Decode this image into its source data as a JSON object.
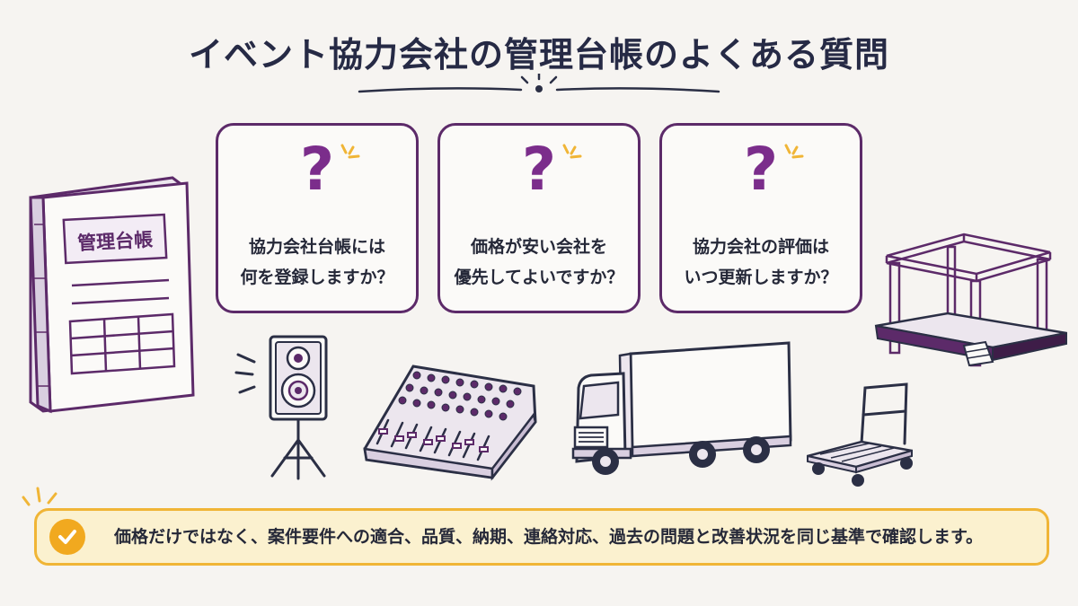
{
  "page": {
    "title": "イベント協力会社の管理台帳のよくある質問"
  },
  "cards": [
    {
      "icon": "question-mark-icon",
      "symbol": "?",
      "line1": "協力会社台帳には",
      "line2": "何を登録しますか？"
    },
    {
      "icon": "question-mark-icon",
      "symbol": "?",
      "line1": "価格が安い会社を",
      "line2": "優先してよいですか？"
    },
    {
      "icon": "question-mark-icon",
      "symbol": "?",
      "line1": "協力会社の評価は",
      "line2": "いつ更新しますか？"
    }
  ],
  "ledger": {
    "label": "管理台帳"
  },
  "banner": {
    "icon": "check-icon",
    "text": "価格だけではなく、案件要件への適合、品質、納期、連絡対応、過去の問題と改善状況を同じ基準で確認します。"
  },
  "illustrations": [
    "ledger-book",
    "speaker-on-tripod",
    "audio-mixer",
    "delivery-truck",
    "stage-truss",
    "hand-cart"
  ],
  "colors": {
    "background": "#f6f4f1",
    "accent_purple": "#5c2a69",
    "question_purple": "#7b2d8b",
    "banner_border": "#f0b536",
    "banner_fill": "#fbf1cf",
    "check_circle": "#f1a91f",
    "title_text": "#262a45"
  }
}
